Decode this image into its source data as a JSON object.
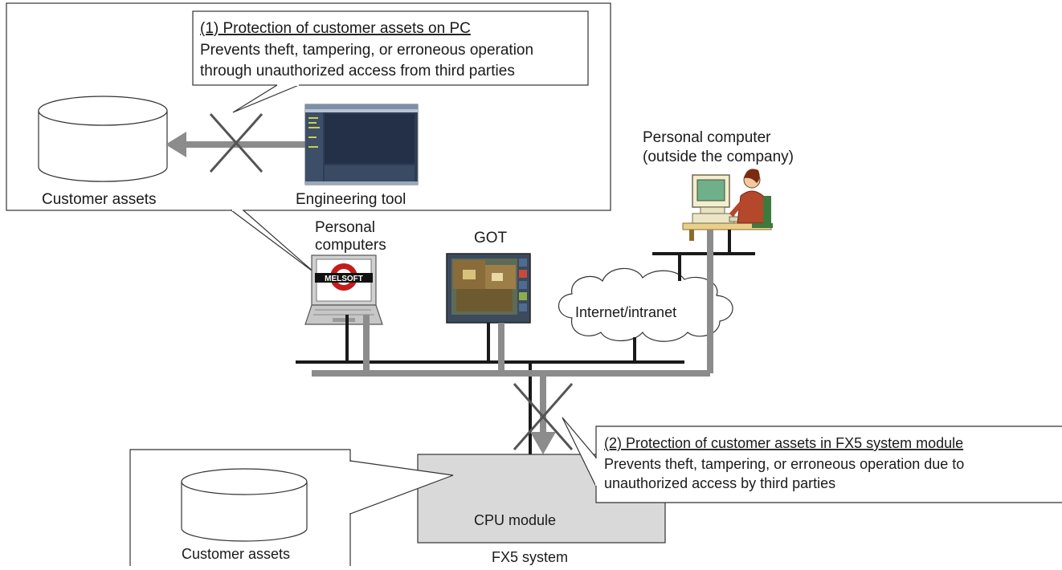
{
  "callout_pc": {
    "title": "(1) Protection of customer assets on PC",
    "lines": [
      "Prevents theft, tampering, or erroneous operation",
      "through unauthorized access from third parties"
    ]
  },
  "callout_fx5": {
    "title": "(2) Protection of customer assets in FX5 system module",
    "lines": [
      "Prevents theft, tampering, or erroneous operation due to",
      "unauthorized access by third parties"
    ]
  },
  "pc_area": {
    "assets_label": "Customer assets",
    "tool_label": "Engineering tool"
  },
  "outside_pc": {
    "label_line1": "Personal computer",
    "label_line2": "(outside the company)"
  },
  "laptop": {
    "label_line1": "Personal",
    "label_line2": "computers",
    "logo_text": "MELSOFT"
  },
  "got": {
    "label": "GOT"
  },
  "cloud": {
    "label": "Internet/intranet"
  },
  "cpu": {
    "label": "CPU module"
  },
  "fx5": {
    "label": "FX5 system"
  },
  "fx5_area": {
    "assets_label": "Customer assets"
  },
  "colors": {
    "line_black": "#1a1a1a",
    "arrow_gray": "#8c8c8c",
    "cpu_fill": "#d9d9d9",
    "screen_dark": "#2e3d56"
  }
}
